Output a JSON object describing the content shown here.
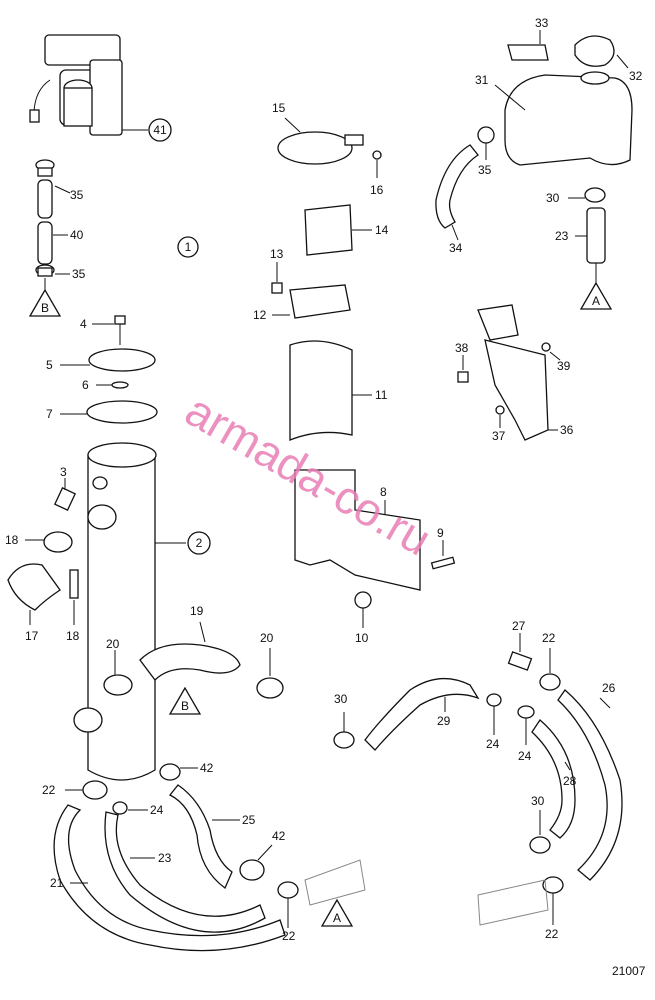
{
  "watermark": "armada-co.ru",
  "drawing_code": "21007",
  "callouts": {
    "c1": "1",
    "c2": "2",
    "c3": "3",
    "c4": "4",
    "c5": "5",
    "c6": "6",
    "c7": "7",
    "c8": "8",
    "c9": "9",
    "c10": "10",
    "c11": "11",
    "c12": "12",
    "c13": "13",
    "c14": "14",
    "c15": "15",
    "c16": "16",
    "c17": "17",
    "c18": "18",
    "c19": "19",
    "c20": "20",
    "c21": "21",
    "c22": "22",
    "c23": "23",
    "c24": "24",
    "c25": "25",
    "c26": "26",
    "c27": "27",
    "c28": "28",
    "c29": "29",
    "c30": "30",
    "c31": "31",
    "c32": "32",
    "c33": "33",
    "c34": "34",
    "c35": "35",
    "c36": "36",
    "c37": "37",
    "c38": "38",
    "c39": "39",
    "c40": "40",
    "c41": "41",
    "c42": "42"
  },
  "refs": {
    "A": "A",
    "B": "B"
  }
}
